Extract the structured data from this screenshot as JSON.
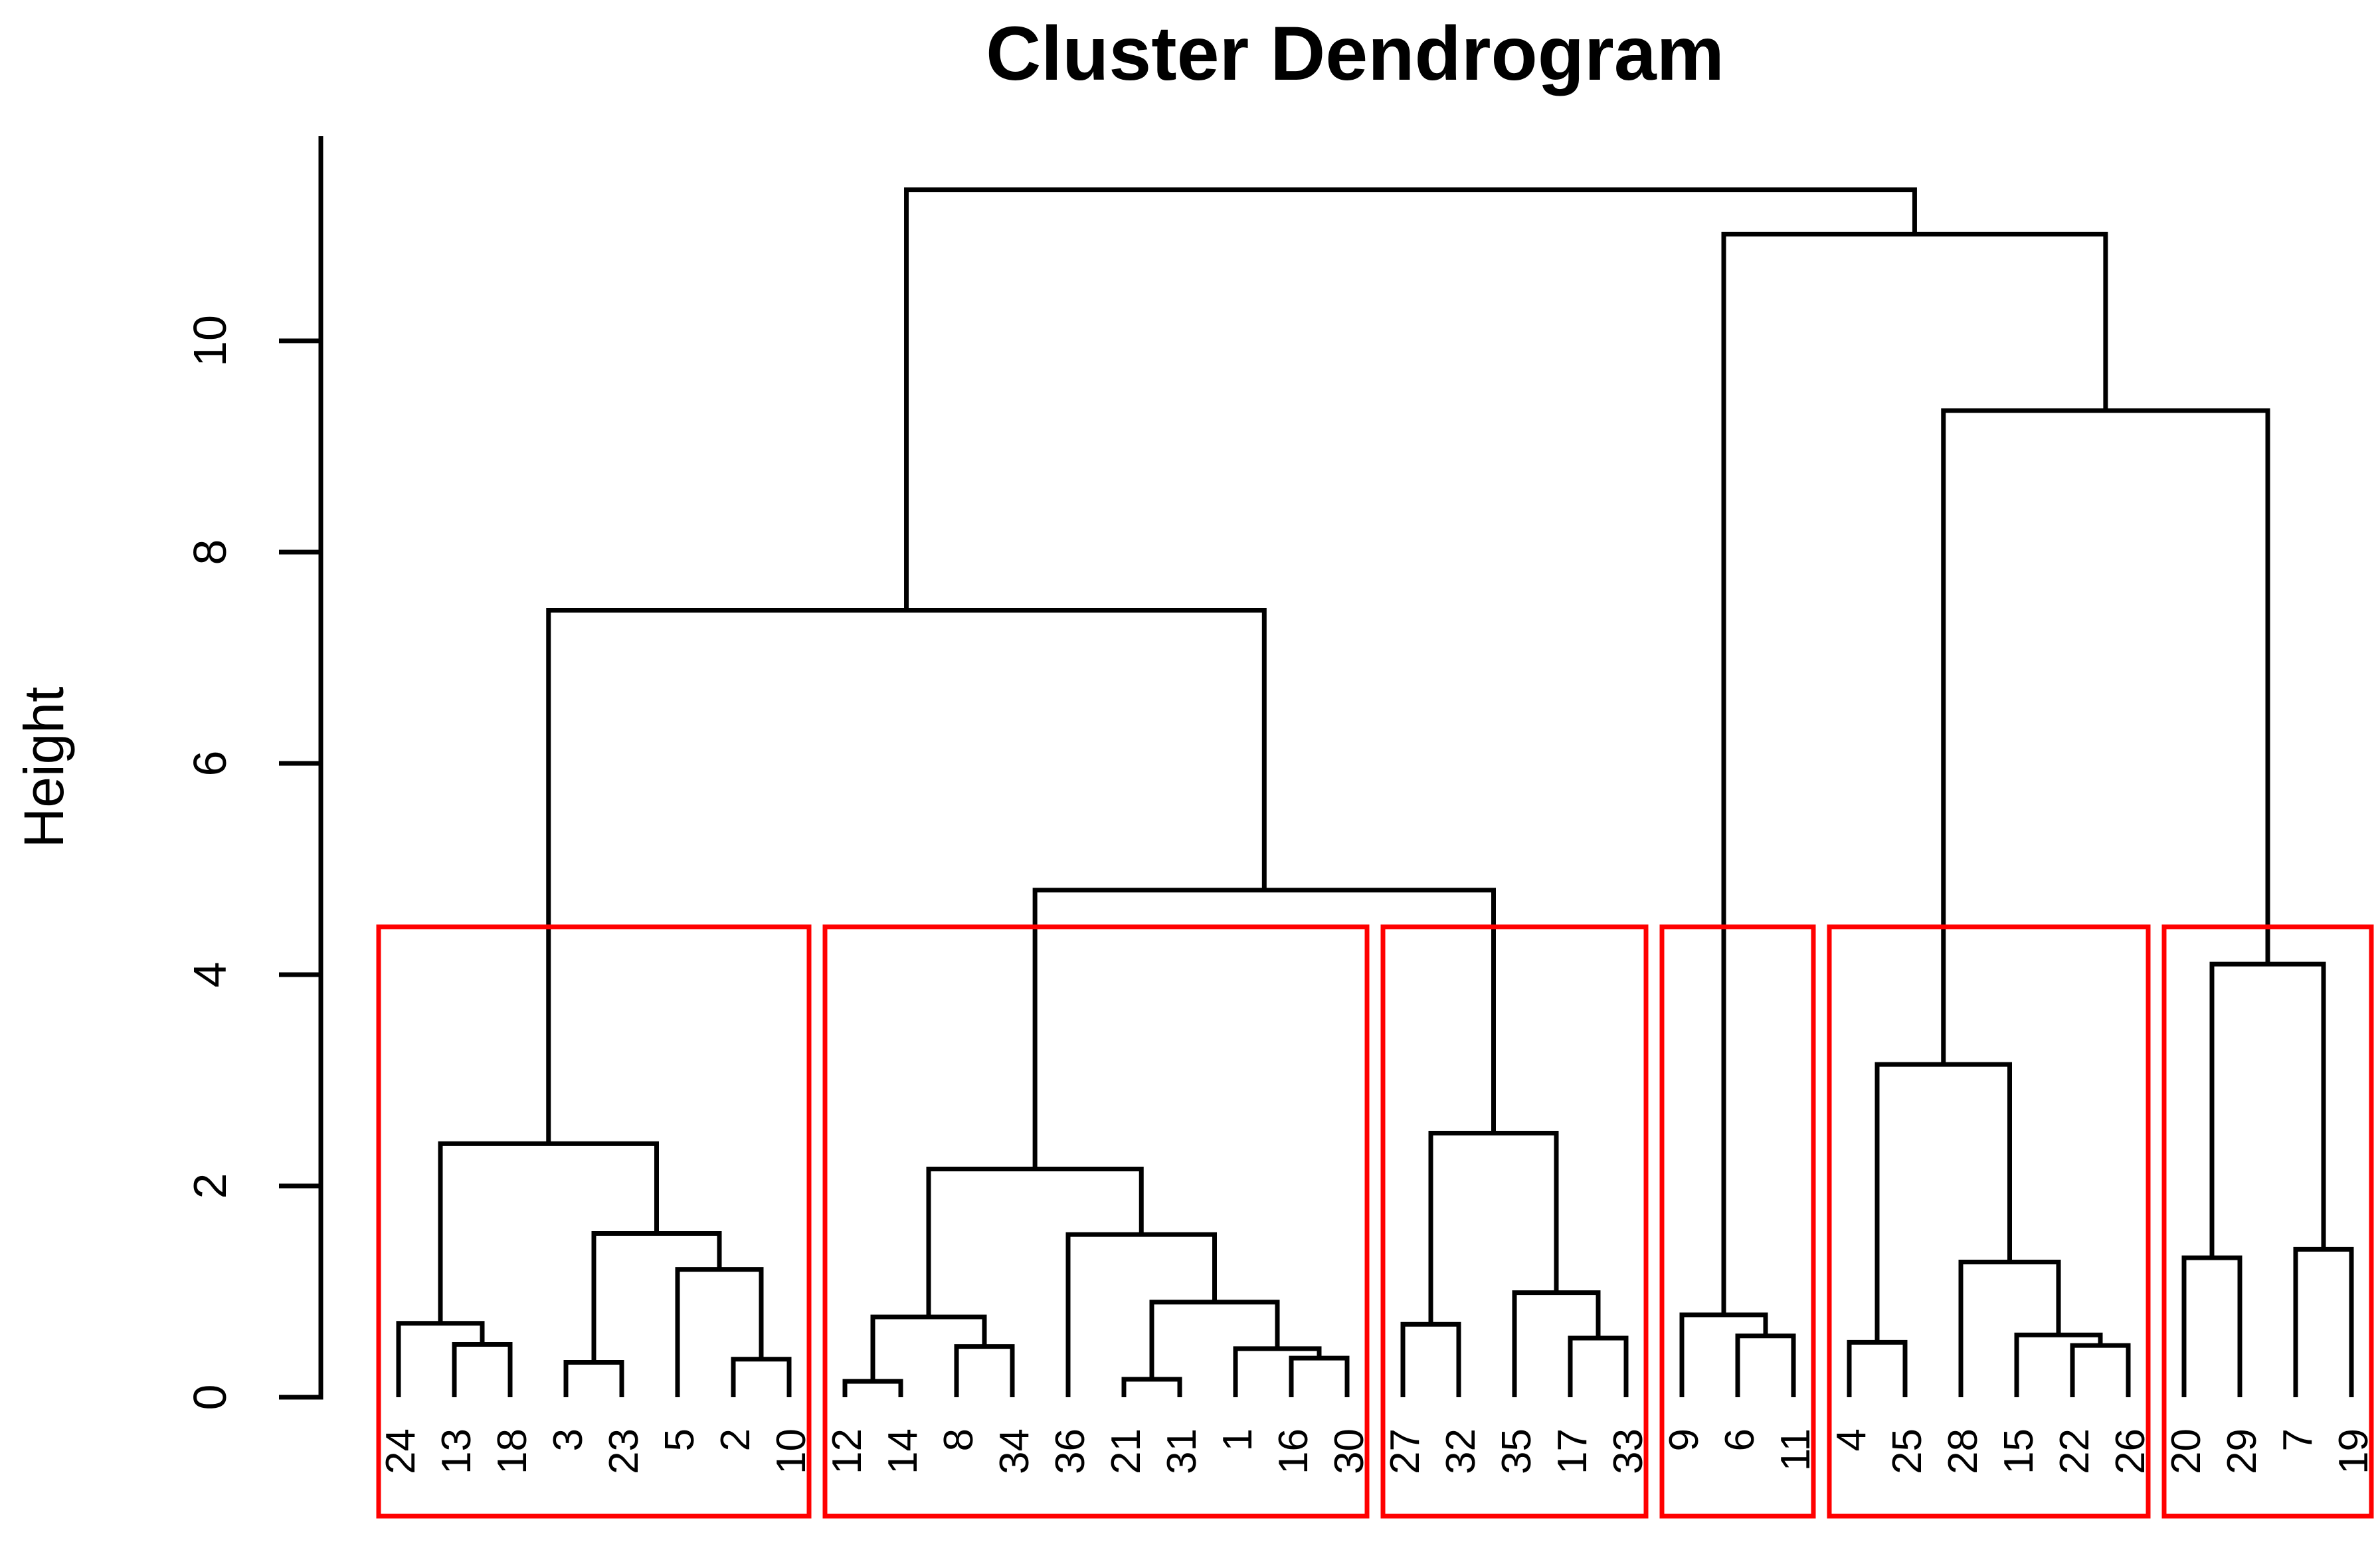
{
  "chart_data": {
    "type": "dendrogram",
    "title": "Cluster Dendrogram",
    "ylabel": "Height",
    "xlabel": "",
    "yticks": [
      0,
      2,
      4,
      6,
      8,
      10
    ],
    "ylim": [
      0,
      11.9
    ],
    "grid": false,
    "legend": "none",
    "leaf_order": [
      "24",
      "13",
      "18",
      "3",
      "23",
      "5",
      "2",
      "10",
      "12",
      "14",
      "8",
      "34",
      "36",
      "21",
      "31",
      "1",
      "16",
      "30",
      "27",
      "32",
      "35",
      "17",
      "33",
      "9",
      "6",
      "11",
      "4",
      "25",
      "28",
      "15",
      "22",
      "26",
      "20",
      "29",
      "7",
      "19"
    ],
    "tree": {
      "h": 11.43,
      "children": [
        {
          "h": 7.45,
          "children": [
            {
              "h": 2.4,
              "children": [
                {
                  "h": 0.7,
                  "children": [
                    {
                      "leaf": "24"
                    },
                    {
                      "h": 0.5,
                      "children": [
                        {
                          "leaf": "13"
                        },
                        {
                          "leaf": "18"
                        }
                      ]
                    }
                  ]
                },
                {
                  "h": 1.55,
                  "children": [
                    {
                      "h": 0.33,
                      "children": [
                        {
                          "leaf": "3"
                        },
                        {
                          "leaf": "23"
                        }
                      ]
                    },
                    {
                      "h": 1.21,
                      "children": [
                        {
                          "leaf": "5"
                        },
                        {
                          "h": 0.36,
                          "children": [
                            {
                              "leaf": "2"
                            },
                            {
                              "leaf": "10"
                            }
                          ]
                        }
                      ]
                    }
                  ]
                }
              ]
            },
            {
              "h": 4.8,
              "children": [
                {
                  "h": 2.16,
                  "children": [
                    {
                      "h": 0.76,
                      "children": [
                        {
                          "h": 0.15,
                          "children": [
                            {
                              "leaf": "12"
                            },
                            {
                              "leaf": "14"
                            }
                          ]
                        },
                        {
                          "h": 0.48,
                          "children": [
                            {
                              "leaf": "8"
                            },
                            {
                              "leaf": "34"
                            }
                          ]
                        }
                      ]
                    },
                    {
                      "h": 1.54,
                      "children": [
                        {
                          "leaf": "36"
                        },
                        {
                          "h": 0.9,
                          "children": [
                            {
                              "h": 0.17,
                              "children": [
                                {
                                  "leaf": "21"
                                },
                                {
                                  "leaf": "31"
                                }
                              ]
                            },
                            {
                              "h": 0.46,
                              "children": [
                                {
                                  "leaf": "1"
                                },
                                {
                                  "h": 0.37,
                                  "children": [
                                    {
                                      "leaf": "16"
                                    },
                                    {
                                      "leaf": "30"
                                    }
                                  ]
                                }
                              ]
                            }
                          ]
                        }
                      ]
                    }
                  ]
                },
                {
                  "h": 2.5,
                  "children": [
                    {
                      "h": 0.69,
                      "children": [
                        {
                          "leaf": "27"
                        },
                        {
                          "leaf": "32"
                        }
                      ]
                    },
                    {
                      "h": 0.99,
                      "children": [
                        {
                          "leaf": "35"
                        },
                        {
                          "h": 0.56,
                          "children": [
                            {
                              "leaf": "17"
                            },
                            {
                              "leaf": "33"
                            }
                          ]
                        }
                      ]
                    }
                  ]
                }
              ]
            }
          ]
        },
        {
          "h": 11.01,
          "children": [
            {
              "h": 0.78,
              "children": [
                {
                  "leaf": "9"
                },
                {
                  "h": 0.58,
                  "children": [
                    {
                      "leaf": "6"
                    },
                    {
                      "leaf": "11"
                    }
                  ]
                }
              ]
            },
            {
              "h": 9.34,
              "children": [
                {
                  "h": 3.15,
                  "children": [
                    {
                      "h": 0.52,
                      "children": [
                        {
                          "leaf": "4"
                        },
                        {
                          "leaf": "25"
                        }
                      ]
                    },
                    {
                      "h": 1.28,
                      "children": [
                        {
                          "leaf": "28"
                        },
                        {
                          "h": 0.59,
                          "children": [
                            {
                              "leaf": "15"
                            },
                            {
                              "h": 0.49,
                              "children": [
                                {
                                  "leaf": "22"
                                },
                                {
                                  "leaf": "26"
                                }
                              ]
                            }
                          ]
                        }
                      ]
                    }
                  ]
                },
                {
                  "h": 4.1,
                  "children": [
                    {
                      "h": 1.32,
                      "children": [
                        {
                          "leaf": "20"
                        },
                        {
                          "leaf": "29"
                        }
                      ]
                    },
                    {
                      "h": 1.4,
                      "children": [
                        {
                          "leaf": "7"
                        },
                        {
                          "leaf": "19"
                        }
                      ]
                    }
                  ]
                }
              ]
            }
          ]
        }
      ]
    },
    "cluster_boxes": {
      "count": 6,
      "color": "#FF0000",
      "clusters": [
        [
          "24",
          "13",
          "18",
          "3",
          "23",
          "5",
          "2",
          "10"
        ],
        [
          "12",
          "14",
          "8",
          "34",
          "36",
          "21",
          "31",
          "1",
          "16",
          "30"
        ],
        [
          "27",
          "32",
          "35",
          "17",
          "33"
        ],
        [
          "9",
          "6",
          "11"
        ],
        [
          "4",
          "25",
          "28",
          "15",
          "22",
          "26"
        ],
        [
          "20",
          "29",
          "7",
          "19"
        ]
      ]
    },
    "colors": {
      "line": "#000000",
      "box": "#FF0000",
      "text": "#000000",
      "background": "#FFFFFF"
    }
  }
}
